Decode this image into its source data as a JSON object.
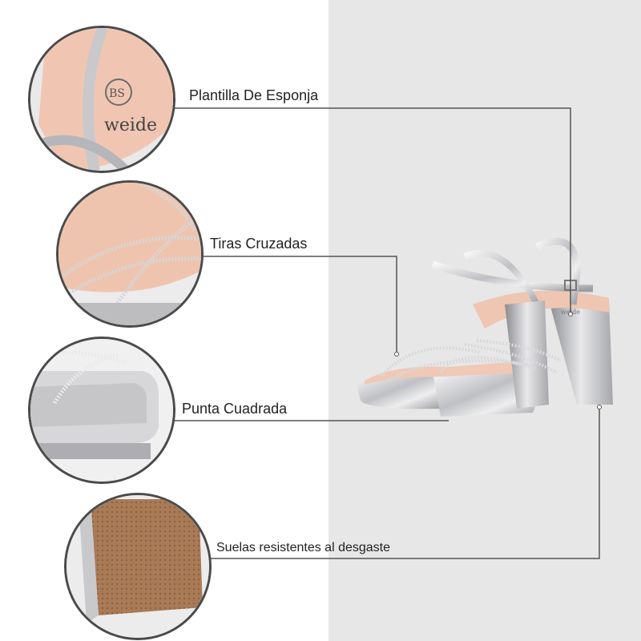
{
  "features": [
    {
      "id": "insole",
      "label": "Plantilla De Esponja",
      "icon": "insole-detail-photo"
    },
    {
      "id": "straps",
      "label": "Tiras Cruzadas",
      "icon": "crossed-straps-detail-photo"
    },
    {
      "id": "toe",
      "label": "Punta Cuadrada",
      "icon": "square-toe-detail-photo"
    },
    {
      "id": "sole",
      "label": "Suelas resistentes al desgaste",
      "icon": "sole-texture-detail-photo"
    }
  ],
  "brand": {
    "logo_text": "weide"
  },
  "colors": {
    "panel": "#e7e7e7",
    "line": "#555555",
    "silver": "#c9c9cc",
    "pink_insole": "#f0c7b4",
    "sole_brown": "#a97a55"
  }
}
